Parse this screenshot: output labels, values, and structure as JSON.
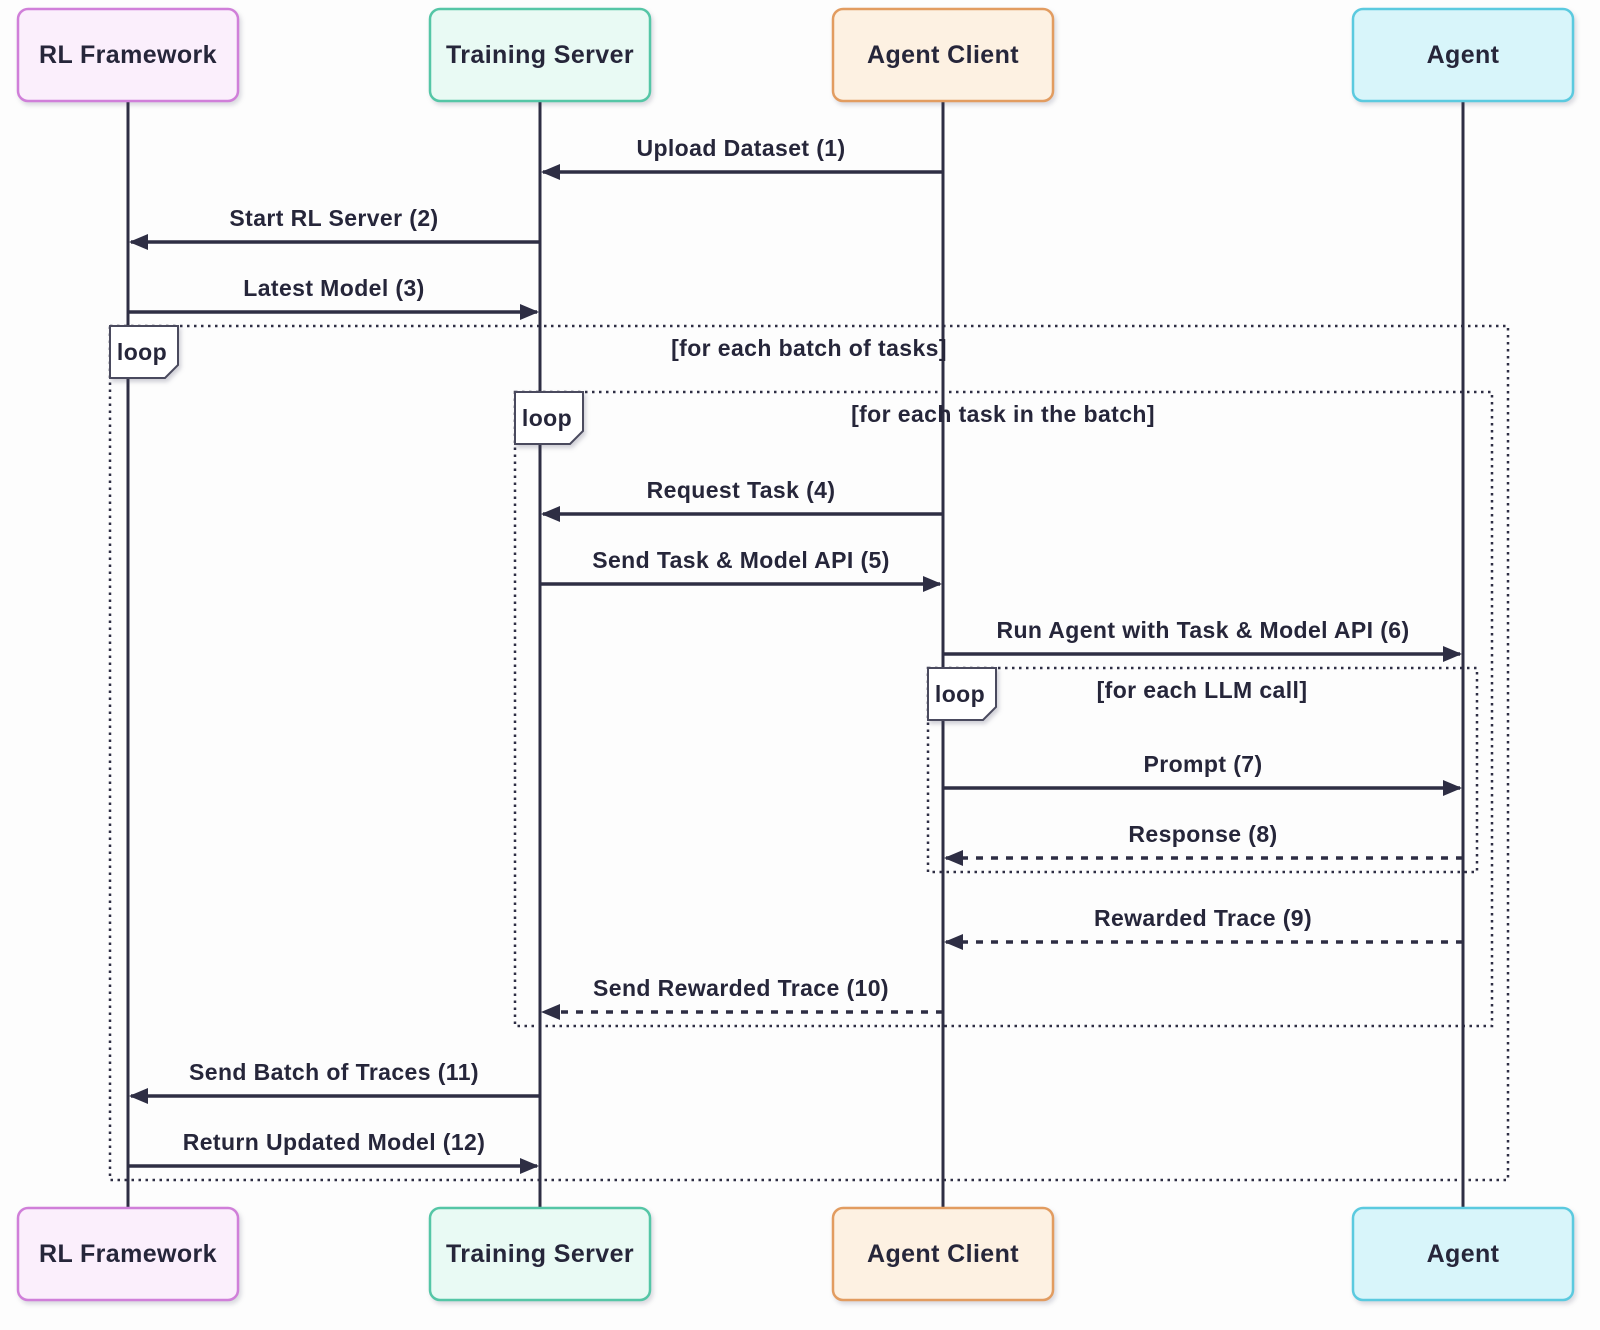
{
  "diagram": {
    "kind": "sequence-diagram",
    "background": "#fdfdfd",
    "line_color": "#2e2e44",
    "text_color": "#26263a",
    "participants": [
      {
        "label": "RL Framework",
        "fill": "#fbeffc",
        "border": "#d07fd9"
      },
      {
        "label": "Training Server",
        "fill": "#e9faf4",
        "border": "#55c6a6"
      },
      {
        "label": "Agent Client",
        "fill": "#fdf1e2",
        "border": "#e29c60"
      },
      {
        "label": "Agent",
        "fill": "#d8f5fa",
        "border": "#5bcadf"
      }
    ],
    "messages": [
      {
        "label": "Upload Dataset (1)",
        "from": "Agent Client",
        "to": "Training Server",
        "line": "solid"
      },
      {
        "label": "Start RL Server (2)",
        "from": "Training Server",
        "to": "RL Framework",
        "line": "solid"
      },
      {
        "label": "Latest Model (3)",
        "from": "RL Framework",
        "to": "Training Server",
        "line": "solid"
      },
      {
        "label": "Request Task (4)",
        "from": "Agent Client",
        "to": "Training Server",
        "line": "solid"
      },
      {
        "label": "Send Task & Model API (5)",
        "from": "Training Server",
        "to": "Agent Client",
        "line": "solid"
      },
      {
        "label": "Run Agent with Task & Model API (6)",
        "from": "Agent Client",
        "to": "Agent",
        "line": "solid"
      },
      {
        "label": "Prompt (7)",
        "from": "Agent Client",
        "to": "Agent",
        "line": "solid"
      },
      {
        "label": "Response (8)",
        "from": "Agent",
        "to": "Agent Client",
        "line": "dashed"
      },
      {
        "label": "Rewarded Trace (9)",
        "from": "Agent",
        "to": "Agent Client",
        "line": "dashed"
      },
      {
        "label": "Send Rewarded Trace (10)",
        "from": "Agent Client",
        "to": "Training Server",
        "line": "dashed"
      },
      {
        "label": "Send Batch of Traces (11)",
        "from": "Training Server",
        "to": "RL Framework",
        "line": "solid"
      },
      {
        "label": "Return Updated Model (12)",
        "from": "RL Framework",
        "to": "Training Server",
        "line": "solid"
      }
    ],
    "loops": [
      {
        "keyword": "loop",
        "title": "[for each batch of tasks]"
      },
      {
        "keyword": "loop",
        "title": "[for each task in the batch]"
      },
      {
        "keyword": "loop",
        "title": "[for each LLM call]"
      }
    ]
  }
}
